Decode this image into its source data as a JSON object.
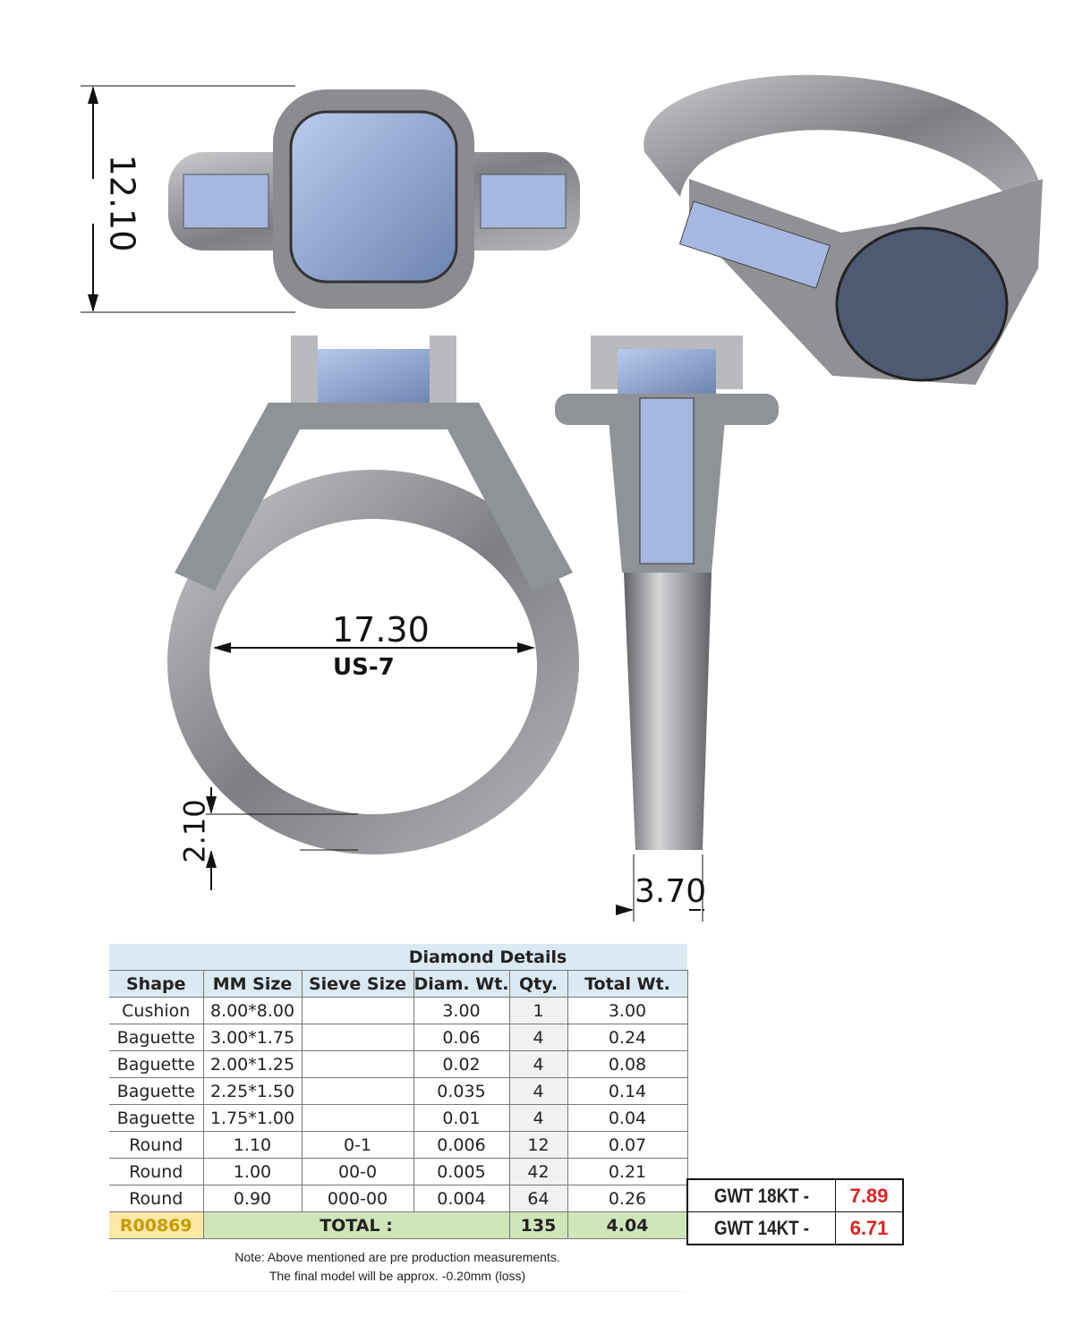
{
  "dimensions": {
    "height": "12.10",
    "inner_diameter": "17.30",
    "ring_size": "US-7",
    "shank_thickness": "2.10",
    "shank_width": "3.70"
  },
  "colors": {
    "metal": "#8c8e92",
    "stone": "#9db4da",
    "total_fill": "#cfe6b9",
    "code_fill": "#fde9a6",
    "gwt_value": "#e02020"
  },
  "table": {
    "title": "Diamond Details",
    "columns": [
      "Shape",
      "MM Size",
      "Sieve Size",
      "Diam. Wt.",
      "Qty.",
      "Total Wt."
    ],
    "rows": [
      [
        "Cushion",
        "8.00*8.00",
        "",
        "3.00",
        "1",
        "3.00"
      ],
      [
        "Baguette",
        "3.00*1.75",
        "",
        "0.06",
        "4",
        "0.24"
      ],
      [
        "Baguette",
        "2.00*1.25",
        "",
        "0.02",
        "4",
        "0.08"
      ],
      [
        "Baguette",
        "2.25*1.50",
        "",
        "0.035",
        "4",
        "0.14"
      ],
      [
        "Baguette",
        "1.75*1.00",
        "",
        "0.01",
        "4",
        "0.04"
      ],
      [
        "Round",
        "1.10",
        "0-1",
        "0.006",
        "12",
        "0.07"
      ],
      [
        "Round",
        "1.00",
        "00-0",
        "0.005",
        "42",
        "0.21"
      ],
      [
        "Round",
        "0.90",
        "000-00",
        "0.004",
        "64",
        "0.26"
      ]
    ],
    "footer": {
      "code": "R00869",
      "label": "TOTAL :",
      "qty": "135",
      "total_wt": "4.04"
    },
    "note_line1": "Note: Above mentioned are pre production measurements.",
    "note_line2": "The final model will be approx. -0.20mm (loss)"
  },
  "gwt": [
    {
      "label": "GWT 18KT  -",
      "value": "7.89"
    },
    {
      "label": "GWT 14KT  -",
      "value": "6.71"
    }
  ]
}
